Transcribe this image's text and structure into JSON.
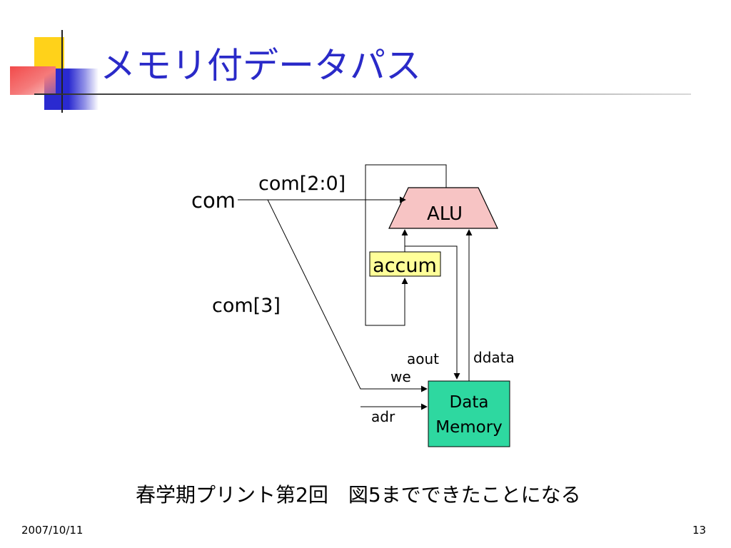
{
  "slide": {
    "title": "メモリ付データパス",
    "caption": "春学期プリント第2回　図5までできたことになる",
    "date": "2007/10/11",
    "page": "13"
  },
  "diagram": {
    "inputs": {
      "com": "com",
      "com_2_0": "com[2:0]",
      "com_3": "com[3]"
    },
    "blocks": {
      "alu": "ALU",
      "accum": "accum",
      "data_memory_line1": "Data",
      "data_memory_line2": "Memory"
    },
    "signals": {
      "aout": "aout",
      "ddata": "ddata",
      "we": "we",
      "adr": "adr"
    }
  },
  "colors": {
    "title": "#2a2ac8",
    "alu_fill": "#f7c4c4",
    "accum_fill": "#ffff99",
    "memory_fill": "#2ed8a0",
    "logo_yellow": "#ffd21a",
    "logo_red": "#f24a4a",
    "logo_blue": "#2a2ad0"
  }
}
